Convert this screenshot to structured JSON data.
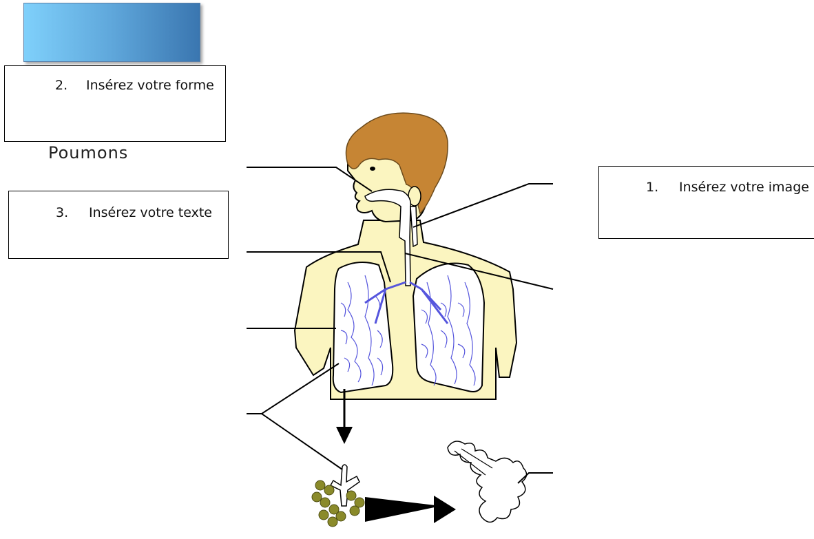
{
  "boxes": {
    "forme": {
      "number": "2.",
      "text": "Insérez votre forme"
    },
    "texte": {
      "number": "3.",
      "text": "Insérez votre texte"
    },
    "image": {
      "number": "1.",
      "text": "Insérez votre image"
    }
  },
  "labels": {
    "poumons": "Poumons"
  },
  "colors": {
    "skin": "#fbf5c0",
    "hair": "#c68534",
    "lungs_vessels": "#5555dd",
    "alveoli": "#8a8a2a"
  }
}
